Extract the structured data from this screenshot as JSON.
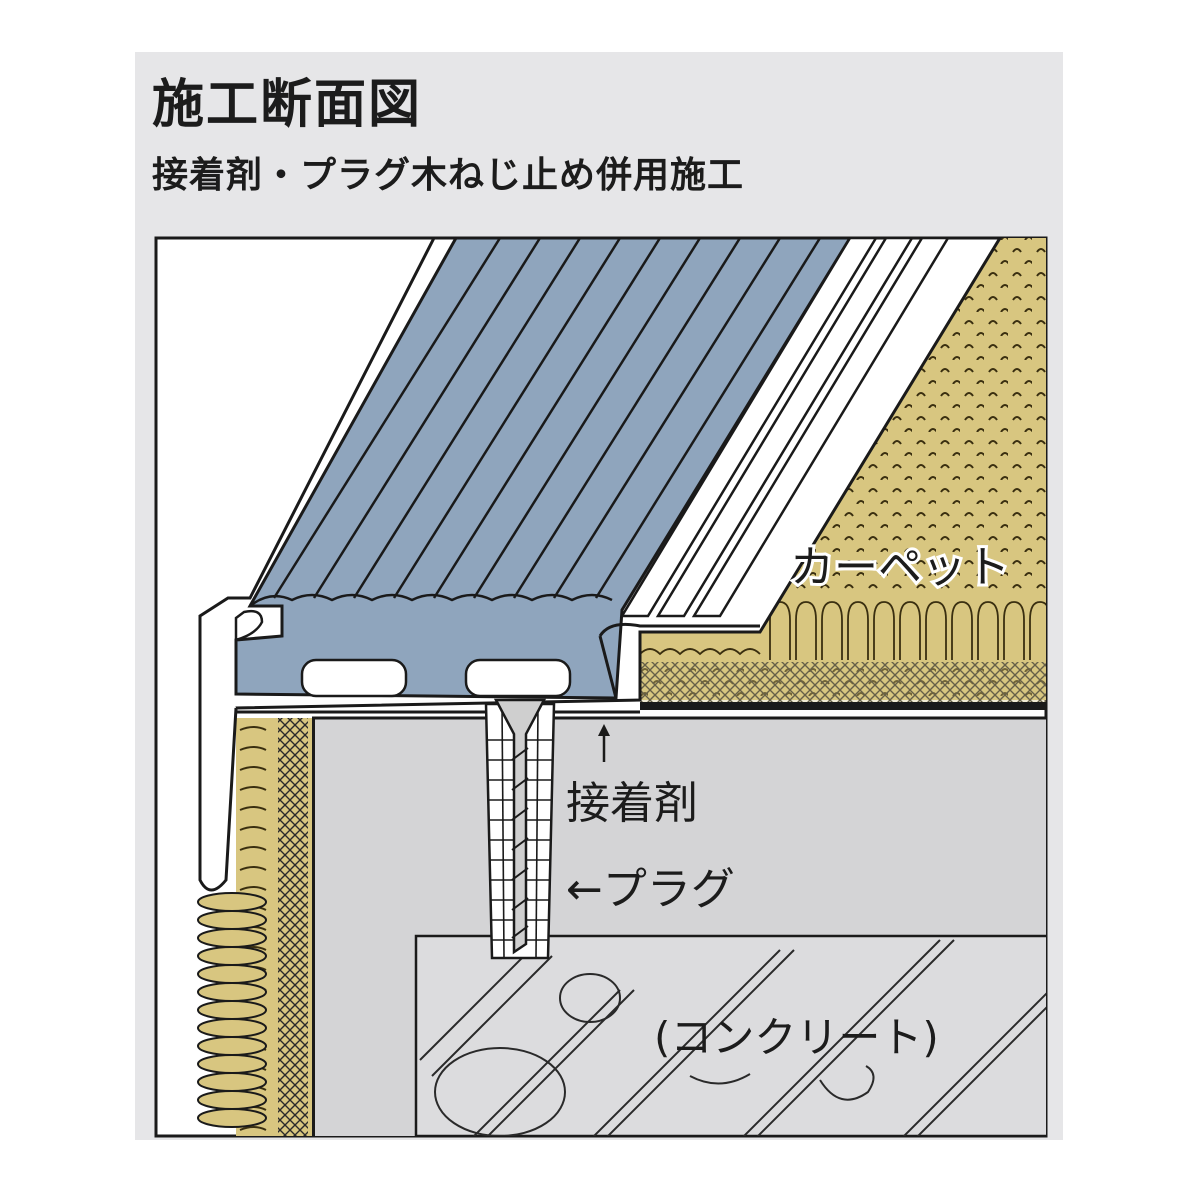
{
  "title": "施工断面図",
  "subtitle": "接着剤・プラグ木ねじ止め併用施工",
  "labels": {
    "carpet": "カーペット",
    "adhesive": "接着剤",
    "plug": "←プラグ",
    "concrete": "(コンクリート)"
  },
  "colors": {
    "nosing_blue": "#8fa5bd",
    "carpet_yellow": "#d8c680",
    "concrete_gray": "#d4d4d6",
    "panel_gray": "#e6e6e8",
    "outline": "#1a1a1a"
  }
}
